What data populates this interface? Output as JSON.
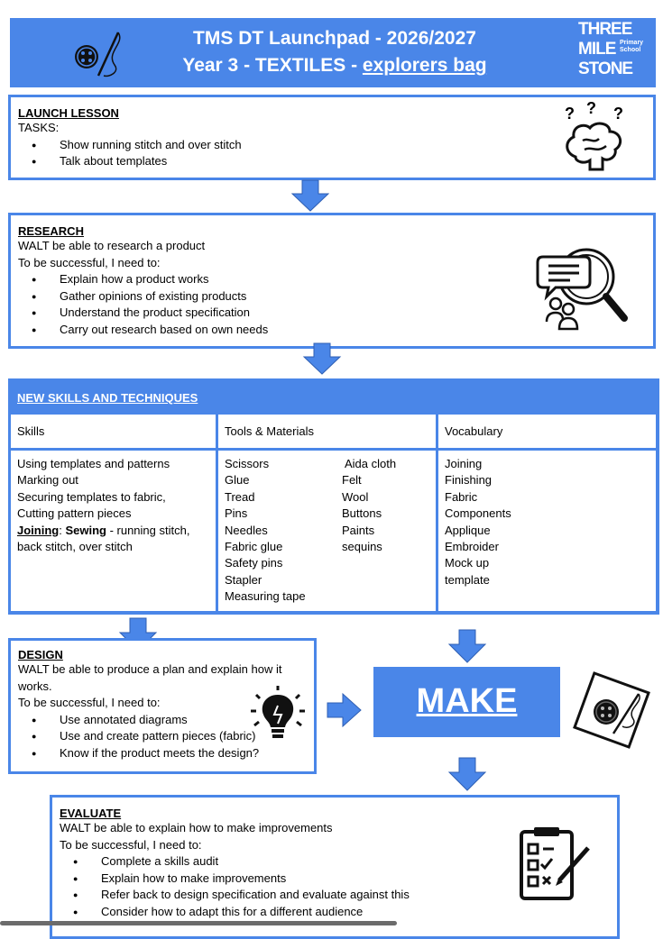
{
  "header": {
    "title_line1": "TMS DT Launchpad - 2026/2027",
    "title_line2_prefix": "Year 3 - TEXTILES - ",
    "title_line2_link": "explorers bag",
    "logo_word1": "THREE",
    "logo_word2": "MILE",
    "logo_word3": "STONE",
    "logo_tag1": "Primary",
    "logo_tag2": "School"
  },
  "launch": {
    "title": "LAUNCH LESSON",
    "label": "TASKS:",
    "items": [
      "Show running stitch and over stitch",
      "Talk about templates"
    ]
  },
  "research": {
    "title": "RESEARCH",
    "walt": "WALT be able to research a product",
    "success": "To be successful, I need to:",
    "items": [
      "Explain how a product works",
      "Gather opinions of existing products",
      "Understand the product specification",
      "Carry out research based on own needs"
    ]
  },
  "skills": {
    "title": "NEW SKILLS AND TECHNIQUES",
    "col1": "Skills",
    "col2": "Tools & Materials",
    "col3": "Vocabulary",
    "skills_lines": [
      "Using templates and patterns",
      "Marking out",
      "Securing templates to fabric,",
      "Cutting pattern pieces"
    ],
    "joining_label": "Joining",
    "joining_sep": ": ",
    "sewing_label": "Sewing",
    "joining_rest": " - running stitch,",
    "joining_line2": "back stitch, over stitch",
    "tools_a": [
      "Scissors",
      "Glue",
      "Tread",
      "Pins",
      "Needles",
      "Fabric glue",
      "Safety pins",
      "Stapler",
      "Measuring tape"
    ],
    "tools_b": [
      "Aida cloth",
      "Felt",
      "Wool",
      "Buttons",
      "Paints",
      "sequins"
    ],
    "vocab": [
      "Joining",
      "Finishing",
      "Fabric",
      "Components",
      "Applique",
      "Embroider",
      "Mock up",
      "template"
    ]
  },
  "design": {
    "title": "DESIGN",
    "walt": "WALT be able to produce a plan and explain how it works.",
    "success": "To be successful, I need to:",
    "items": [
      "Use annotated diagrams",
      "Use and create pattern pieces (fabric)",
      "Know if the product meets the design?"
    ]
  },
  "make": {
    "label": "MAKE"
  },
  "evaluate": {
    "title": "EVALUATE",
    "walt": "WALT be able to explain how to make improvements",
    "success": "To be successful, I need to:",
    "items": [
      "Complete a skills audit",
      "Explain how to make improvements",
      "Refer back to design specification and evaluate against this",
      "Consider how to adapt this for a different audience"
    ]
  },
  "colors": {
    "accent": "#4a86e8"
  }
}
